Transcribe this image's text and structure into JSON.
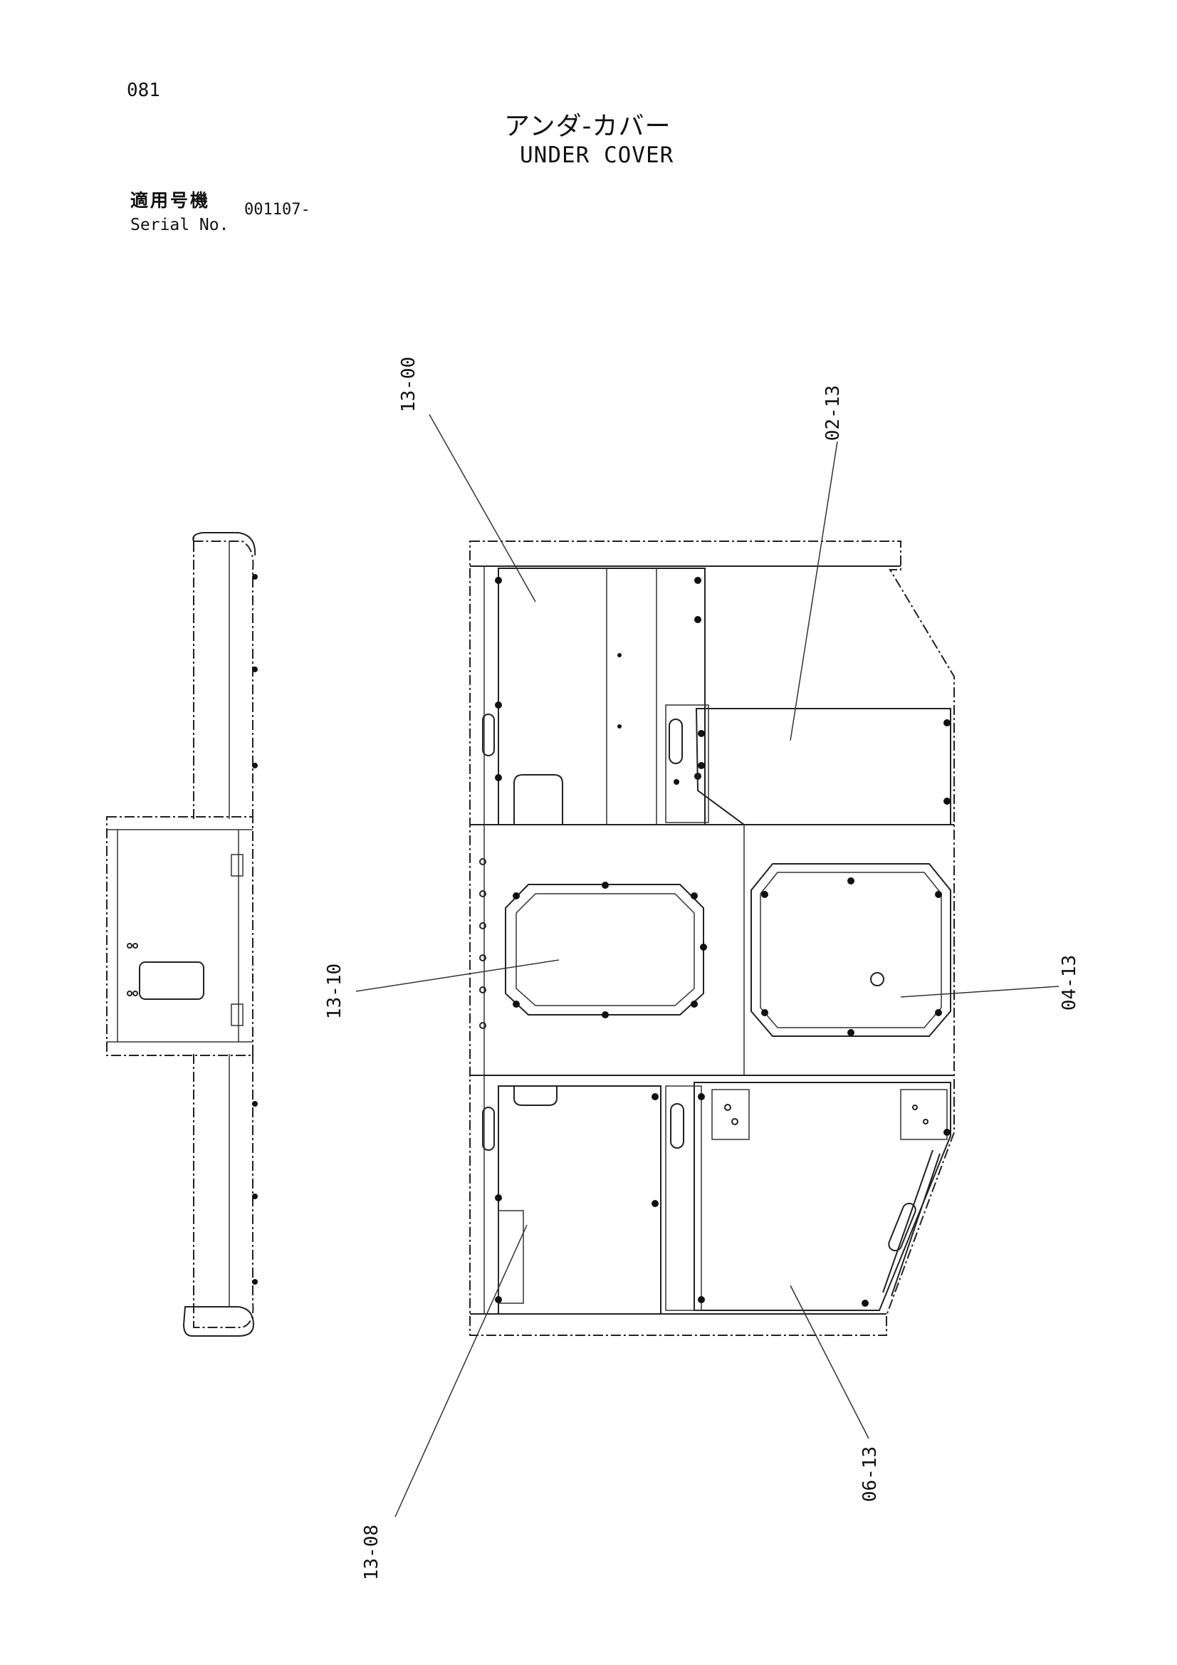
{
  "header": {
    "page_number": "081",
    "title_jp": "アンダ-カバー",
    "title_en": "UNDER COVER",
    "serial_label_jp": "適用号機",
    "serial_label_en": "Serial No.",
    "serial_value": "001107-"
  },
  "callouts": [
    {
      "code": "13-00"
    },
    {
      "code": "02-13"
    },
    {
      "code": "13-10"
    },
    {
      "code": "04-13"
    },
    {
      "code": "13-08"
    },
    {
      "code": "06-13"
    }
  ]
}
